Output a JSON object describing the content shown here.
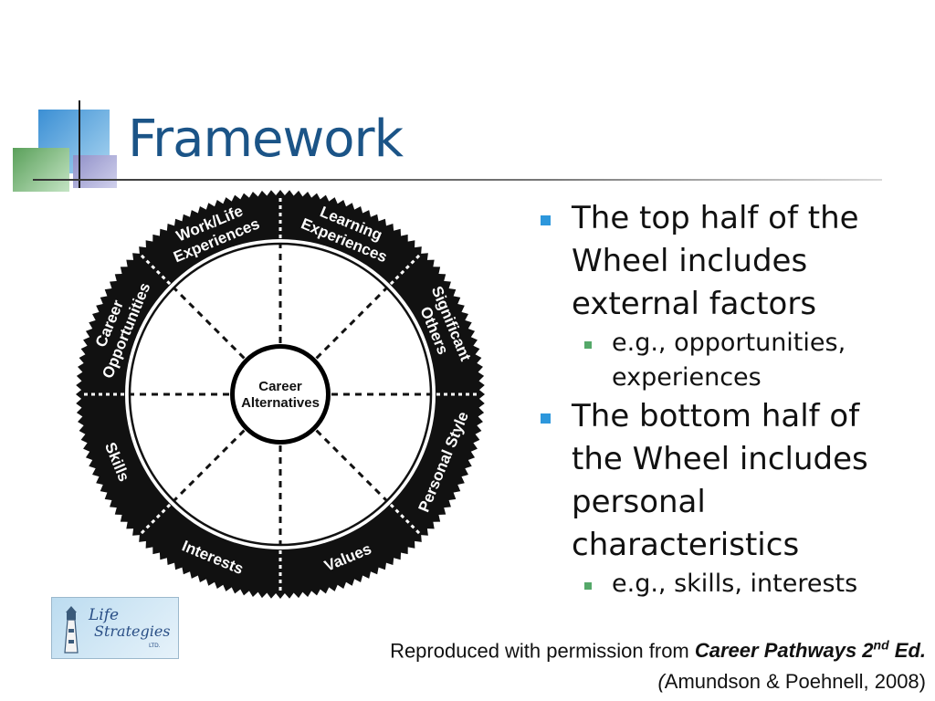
{
  "title": "Framework",
  "wheel": {
    "center": [
      "Career",
      "Alternatives"
    ],
    "segments": [
      {
        "id": "learning",
        "lines": [
          "Learning",
          "Experiences"
        ]
      },
      {
        "id": "significant",
        "lines": [
          "Significant",
          "Others"
        ]
      },
      {
        "id": "personal",
        "lines": [
          "Personal Style"
        ]
      },
      {
        "id": "values",
        "lines": [
          "Values"
        ]
      },
      {
        "id": "interests",
        "lines": [
          "Interests"
        ]
      },
      {
        "id": "skills",
        "lines": [
          "Skills"
        ]
      },
      {
        "id": "career",
        "lines": [
          "Career",
          "Opportunities"
        ]
      },
      {
        "id": "worklife",
        "lines": [
          "Work/Life",
          "Experiences"
        ]
      }
    ]
  },
  "bullets": [
    {
      "text": "The top half of the Wheel includes external factors",
      "sub": "e.g., opportunities, experiences"
    },
    {
      "text": "The bottom half of the Wheel includes personal characteristics",
      "sub": "e.g., skills, interests"
    }
  ],
  "logo": {
    "line1": "Life",
    "line2": "Strategies",
    "tag": "LTD."
  },
  "credit": {
    "prefix": "Reproduced with permission from ",
    "book": "Career Pathways 2",
    "sup": "nd",
    "edition": " Ed.",
    "open": "(",
    "citation": "Amundson & Poehnell, 2008)"
  },
  "colors": {
    "title": "#1b5487",
    "bullet": "#2d97dc",
    "sub_bullet": "#55a869"
  }
}
